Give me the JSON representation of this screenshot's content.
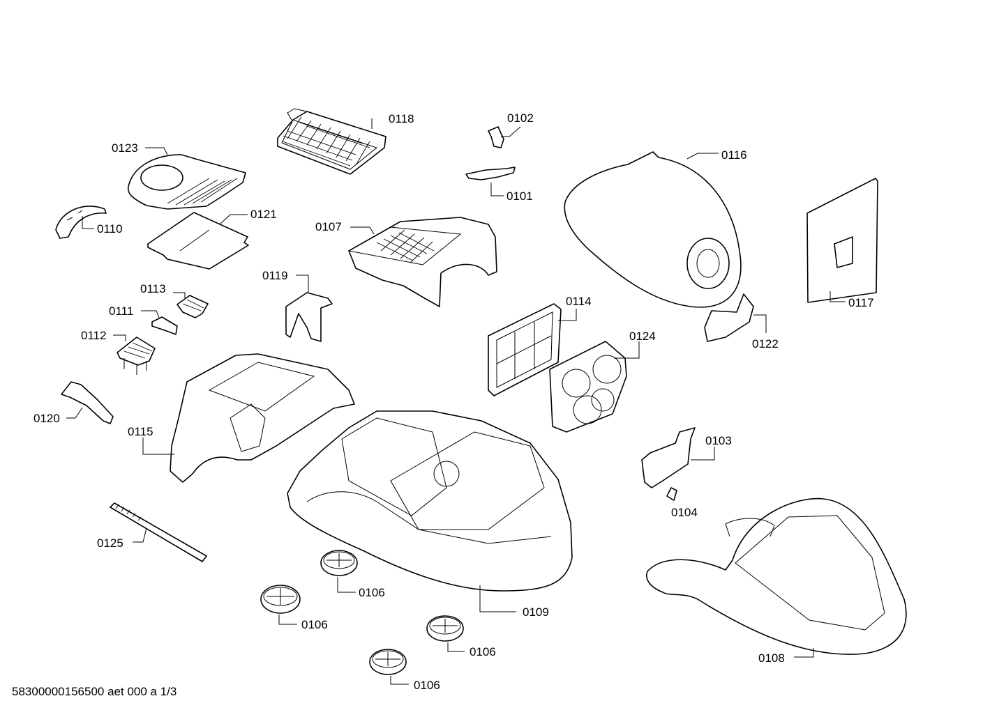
{
  "diagram_id": "58300000156500 aet 000 a 1/3",
  "callouts": {
    "p0101": "0101",
    "p0102": "0102",
    "p0103": "0103",
    "p0104": "0104",
    "p0106a": "0106",
    "p0106b": "0106",
    "p0106c": "0106",
    "p0106d": "0106",
    "p0107": "0107",
    "p0108": "0108",
    "p0109": "0109",
    "p0110": "0110",
    "p0111": "0111",
    "p0112": "0112",
    "p0113": "0113",
    "p0114": "0114",
    "p0115": "0115",
    "p0116": "0116",
    "p0117": "0117",
    "p0118": "0118",
    "p0119": "0119",
    "p0120": "0120",
    "p0121": "0121",
    "p0122": "0122",
    "p0123": "0123",
    "p0124": "0124",
    "p0125": "0125"
  }
}
